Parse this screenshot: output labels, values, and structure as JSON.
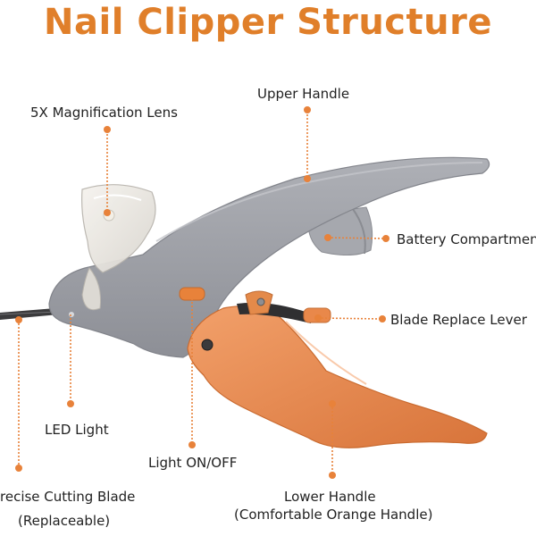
{
  "title": "Nail Clipper Structure",
  "labels": {
    "magnification_lens": "5X Magnification Lens",
    "upper_handle": "Upper Handle",
    "battery_compartment": "Battery Compartment",
    "blade_replace_lever": "Blade Replace Lever",
    "led_light": "LED Light",
    "light_on_off": "Light ON/OFF",
    "cutting_blade_line1": "recise Cutting Blade",
    "cutting_blade_line2": "(Replaceable)",
    "lower_handle_line1": "Lower Handle",
    "lower_handle_line2": "(Comfortable Orange Handle)"
  },
  "colors": {
    "accent": "#e8823a",
    "title": "#e07f2a",
    "body_gray": "#9a9ca3",
    "handle_orange": "#e98a48",
    "text": "#222222"
  }
}
